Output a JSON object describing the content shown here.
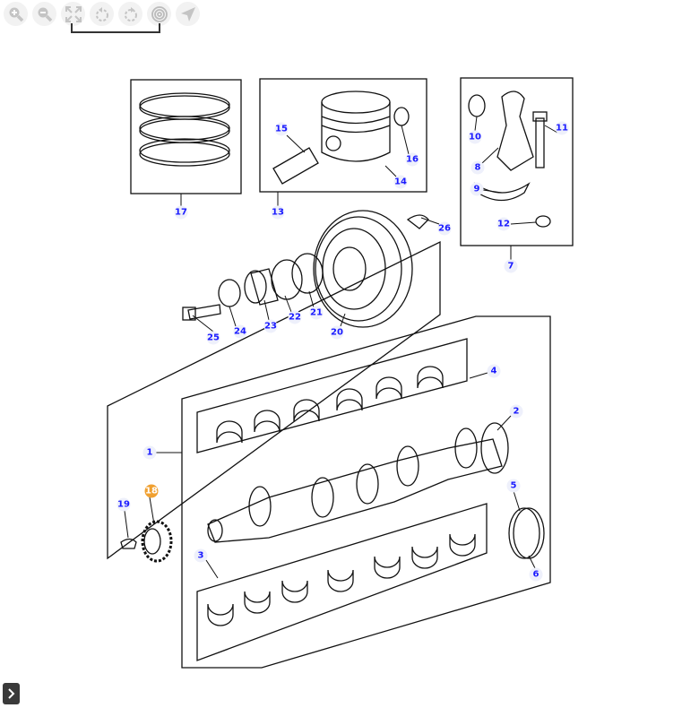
{
  "toolbar": {
    "buttons": [
      "zoom-in",
      "zoom-out",
      "fit-to-screen",
      "rotate-left",
      "rotate-right",
      "target",
      "navigate"
    ]
  },
  "callouts": {
    "c1": "1",
    "c2": "2",
    "c3": "3",
    "c4": "4",
    "c5": "5",
    "c6": "6",
    "c7": "7",
    "c8": "8",
    "c9": "9",
    "c10": "10",
    "c11": "11",
    "c12": "12",
    "c13": "13",
    "c14": "14",
    "c15": "15",
    "c16": "16",
    "c17": "17",
    "c18": "18",
    "c19": "19",
    "c20": "20",
    "c21": "21",
    "c22": "22",
    "c23": "23",
    "c24": "24",
    "c25": "25",
    "c26": "26"
  },
  "highlighted_callout": "18",
  "colors": {
    "callout_text": "#1a1aff",
    "callout_highlight": "#f0a030"
  },
  "panel_toggle_icon": "chevron-right-icon"
}
